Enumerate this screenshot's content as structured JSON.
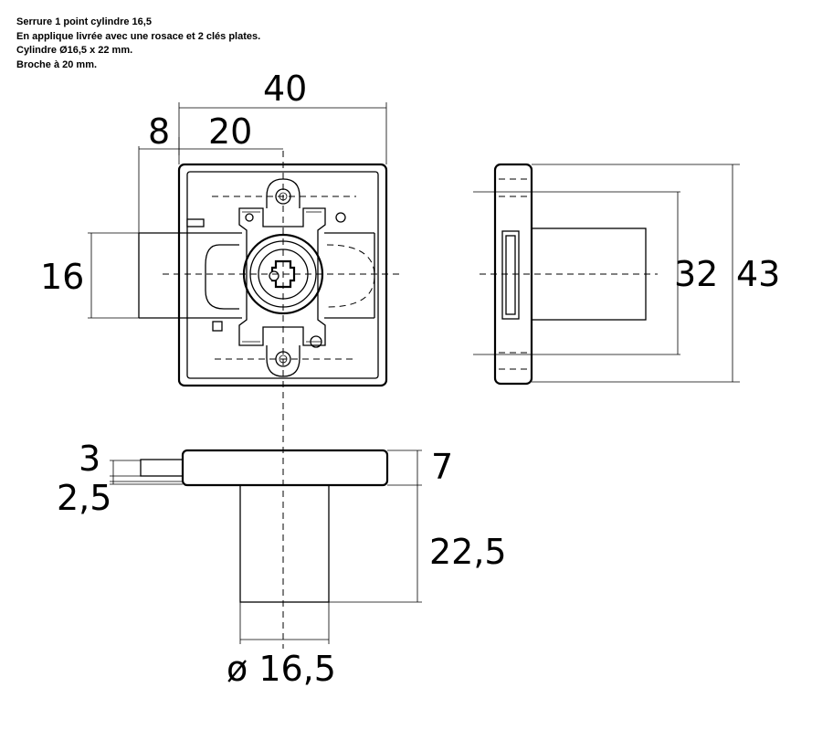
{
  "description": {
    "lines": [
      "Serrure 1 point cylindre 16,5",
      "En applique livrée avec une rosace et 2 clés plates.",
      "Cylindre Ø16,5 x 22 mm.",
      "Broche à 20 mm."
    ]
  },
  "dimensions": {
    "width_total": "40",
    "offset_left": "8",
    "backset": "20",
    "cylinder_height": "16",
    "side_inner": "32",
    "side_outer": "43",
    "pin_3": "3",
    "pin_25": "2,5",
    "plate_thickness": "7",
    "cylinder_length": "22,5",
    "cylinder_diameter": "ø 16,5"
  }
}
